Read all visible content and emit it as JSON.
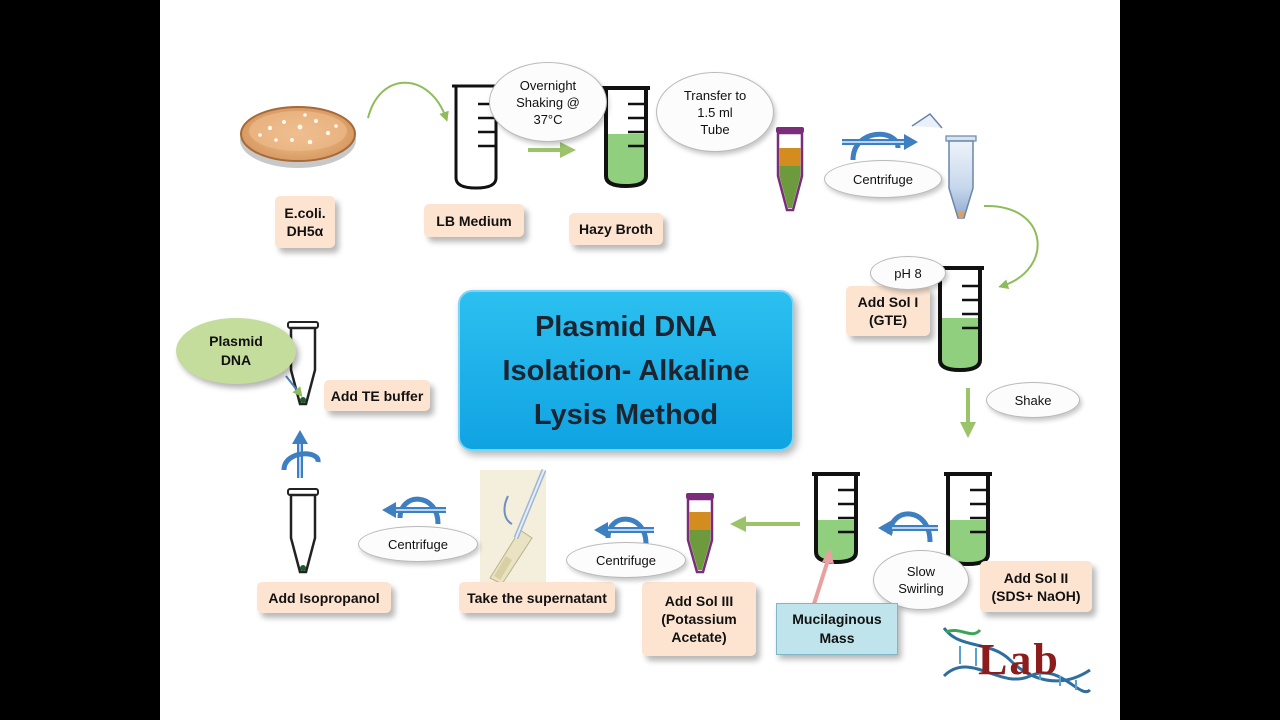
{
  "title": "Plasmid DNA\nIsolation- Alkaline\nLysis Method",
  "steps": {
    "ecoli": "E.coli.\nDH5α",
    "lb_medium": "LB  Medium",
    "hazy_broth": "Hazy Broth",
    "add_sol1": "Add Sol I\n(GTE)",
    "add_sol2": "Add Sol II\n(SDS+ NaOH)",
    "add_sol3": "Add Sol III\n(Potassium\nAcetate)",
    "take_supernatant": "Take the supernatant",
    "add_isopropanol": "Add Isopropanol",
    "add_te": "Add TE buffer"
  },
  "bubbles": {
    "overnight": "Overnight\nShaking @\n37°C",
    "transfer": "Transfer to\n1.5 ml\nTube",
    "centrifuge1": "Centrifuge",
    "ph8": "pH 8",
    "shake": "Shake",
    "slow_swirling": "Slow\nSwirling",
    "centrifuge2": "Centrifuge",
    "centrifuge3": "Centrifuge"
  },
  "plasmid_dna": "Plasmid\nDNA",
  "mucilaginous": "Mucilaginous\nMass",
  "logo": "Lab",
  "colors": {
    "slide_bg": "#ffffff",
    "side_bars": "#000000",
    "title_box": "#1aaee8",
    "label_box": "#fde4d1",
    "green_arrow": "#8fbc5a",
    "blue_arrow": "#3d7fc1",
    "broth_green": "#8fcf7e",
    "pellet_orange": "#c8801c"
  }
}
